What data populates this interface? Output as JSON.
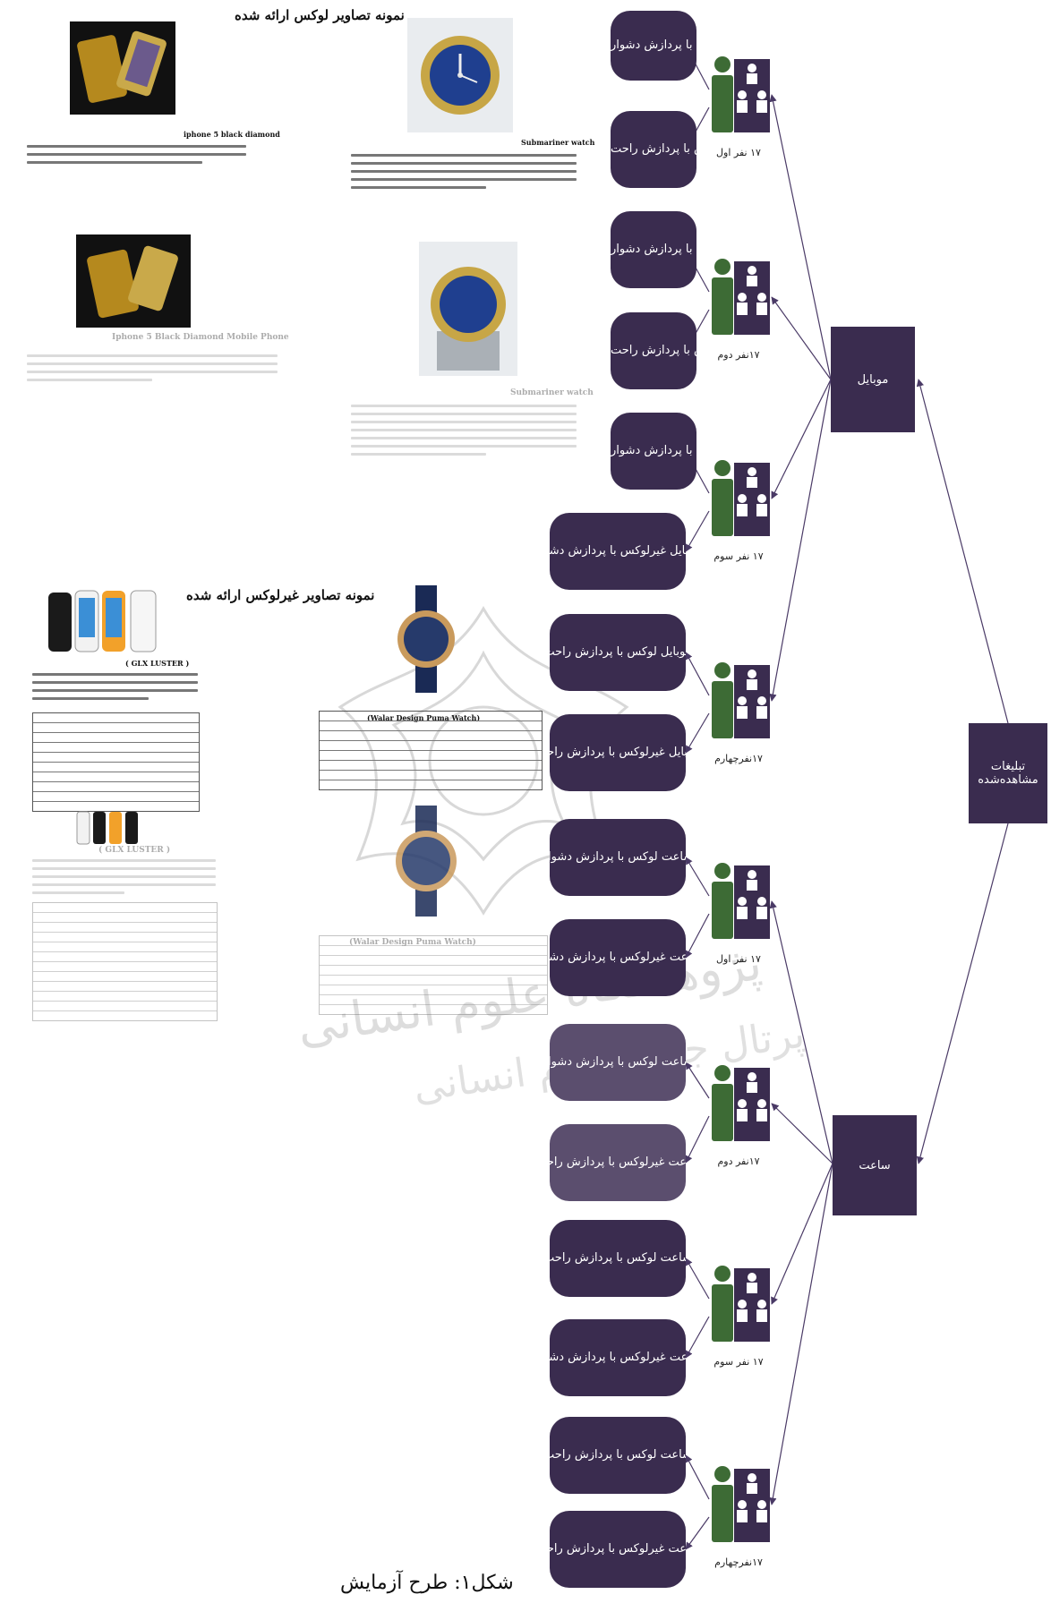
{
  "caption": "شکل۱: طرح آزمایش",
  "root": "تبلیغات مشاهده‌شده",
  "categories": {
    "mobile": "موبایل",
    "watch": "ساعت"
  },
  "groups": [
    "۱۷ نفر اول",
    "۱۷نفر دوم",
    "۱۷ نفر سوم",
    "۱۷نفرچهارم",
    "۱۷ نفر اول",
    "۱۷نفر دوم",
    "۱۷ نفر سوم",
    "۱۷نفرچهارم"
  ],
  "conditions": [
    "موبایل لوکس با پردازش دشوار",
    "موبایل غیرلوکس با پردازش راحت",
    "موبایل لوکس با پردازش دشوار",
    "موبایل غیرلوکس با پردازش راحت",
    "موبایل لوکس با پردازش دشوار",
    "موبایل غیرلوکس با پردازش دشوار",
    "موبایل لوکس با پردازش راحت",
    "موبایل غیرلوکس با پردازش راحت",
    "ساعت لوکس با پردازش دشوار",
    "ساعت غیرلوکس با پردازش دشوار",
    "ساعت لوکس با پردازش دشوار",
    "ساعت غیرلوکس با پردازش راحت",
    "ساعت لوکس با پردازش راحت",
    "ساعت غیرلوکس با پردازش دشوار",
    "ساعت لوکس با پردازش راحت",
    "ساعت غیرلوکس با پردازش راحت"
  ],
  "luxury_section": {
    "title": "نمونه تصاویر لوکس ارائه شده",
    "phone_name": "iphone 5 black diamond",
    "phone_name_faded": "Iphone 5 Black Diamond Mobile Phone",
    "watch_name": "Submariner watch",
    "watch_name_faded": "Submariner watch"
  },
  "nonluxury_section": {
    "title": "نمونه تصاویر غیرلوکس ارائه شده",
    "phone_name": "( GLX LUSTER )",
    "phone_name_faded": "( GLX LUSTER )",
    "watch_name": "(Walar Design Puma Watch)",
    "watch_name_faded": "(Walar Design Puma Watch)"
  },
  "colors": {
    "node": "#3a2c4f",
    "node_faded": "#5b4e6e",
    "connector": "#4a3a66",
    "person_green": "#3d6b35"
  }
}
